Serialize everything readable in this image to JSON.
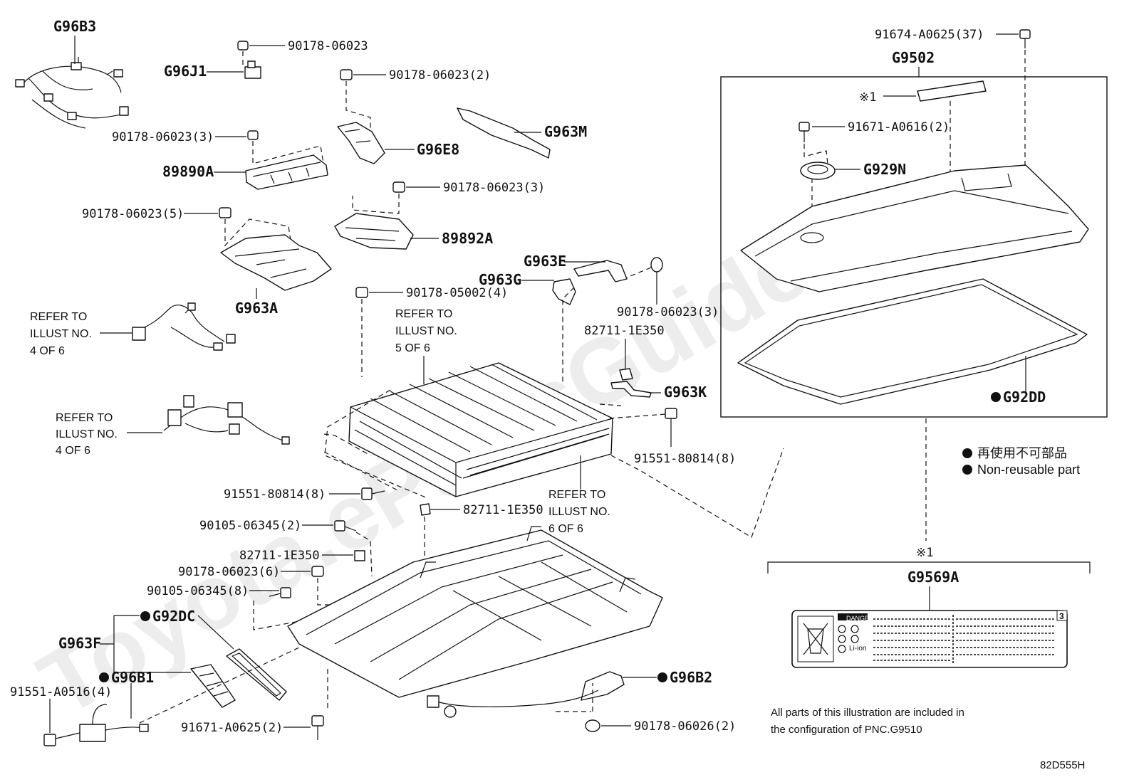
{
  "watermark": "Toyota.ePartsGuide.ru",
  "labels": {
    "g96b3": "G96B3",
    "p90178_06023_a": "90178-06023",
    "g96j1": "G96J1",
    "p90178_06023_2": "90178-06023(2)",
    "g963m": "G963M",
    "p90178_06023_3a": "90178-06023(3)",
    "g96e8": "G96E8",
    "p89890a": "89890A",
    "p90178_06023_3b": "90178-06023(3)",
    "p90178_06023_5": "90178-06023(5)",
    "p89892a": "89892A",
    "g963a": "G963A",
    "g963e": "G963E",
    "g963g": "G963G",
    "p90178_05002_4": "90178-05002(4)",
    "p90178_06023_3c": "90178-06023(3)",
    "p82711_1e350_a": "82711-1E350",
    "g963k": "G963K",
    "p91551_80814_8a": "91551-80814(8)",
    "p91551_80814_8b": "91551-80814(8)",
    "p82711_1e350_b": "82711-1E350",
    "p90105_06345_2": "90105-06345(2)",
    "p82711_1e350_c": "82711-1E350",
    "p90178_06023_6": "90178-06023(6)",
    "p90105_06345_8": "90105-06345(8)",
    "g92dc": "G92DC",
    "g963f": "G963F",
    "g96b1": "G96B1",
    "p91551_a0516_4": "91551-A0516(4)",
    "p91671_a0625_2": "91671-A0625(2)",
    "g96b2": "G96B2",
    "p90178_06026_2": "90178-06026(2)",
    "p91674_a0625_37": "91674-A0625(37)",
    "g9502": "G9502",
    "mark1": "※1",
    "p91671_a0616_2": "91671-A0616(2)",
    "g929n": "G929N",
    "g92dd": "G92DD",
    "g9569a": "G9569A",
    "mark1b": "※1"
  },
  "refer": {
    "r1": [
      "REFER TO",
      "ILLUST NO.",
      "4 OF 6"
    ],
    "r2": [
      "REFER TO",
      "ILLUST NO.",
      "4 OF 6"
    ],
    "r3": [
      "REFER TO",
      "ILLUST NO.",
      "5 OF 6"
    ],
    "r4": [
      "REFER TO",
      "ILLUST NO.",
      "6 OF 6"
    ]
  },
  "legend": {
    "jp": "再使用不可部品",
    "en": "Non-reusable part"
  },
  "footnote": {
    "line1": "All parts of this illustration are included in",
    "line2": "the configuration of PNC.G9510"
  },
  "label_plate": {
    "danger": "DANGER",
    "liion": "Li-ion",
    "number": "3"
  },
  "illustration_code": "82D555H"
}
